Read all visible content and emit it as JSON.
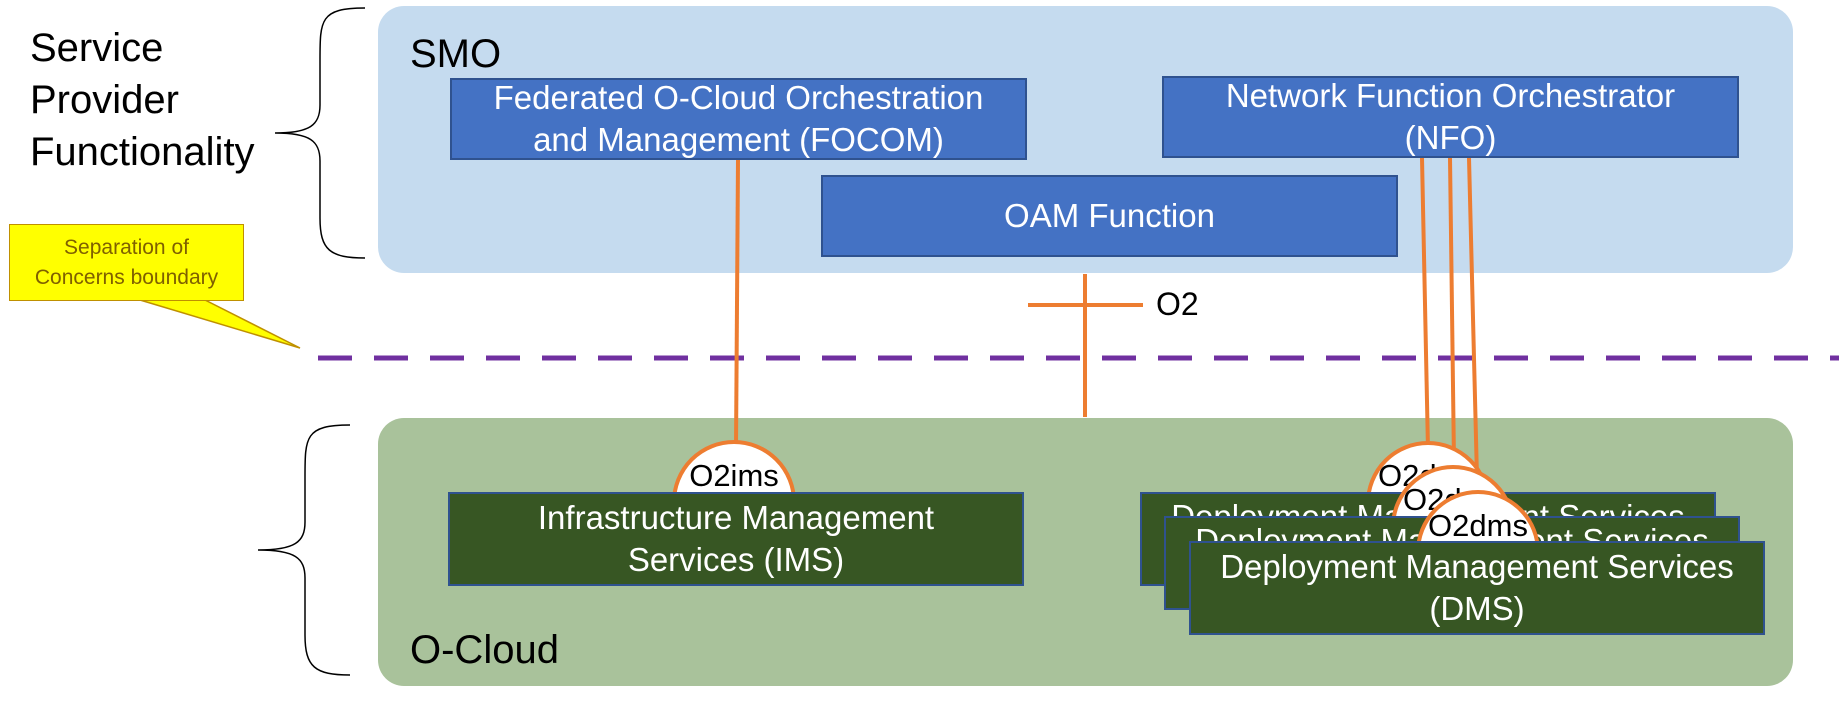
{
  "left_labels": {
    "service_provider": "Service\nProvider\nFunctionality"
  },
  "callout": {
    "text": "Separation of\nConcerns boundary",
    "fill": "#ffff00"
  },
  "smo": {
    "label": "SMO",
    "color": "#c5dbef",
    "focom": "Federated O-Cloud Orchestration\nand Management (FOCOM)",
    "nfo": "Network Function Orchestrator\n(NFO)",
    "oam": "OAM Function"
  },
  "interface": {
    "o2": "O2",
    "line_color": "#ed7d31",
    "boundary_color": "#7030a0"
  },
  "ocloud": {
    "label": "O-Cloud",
    "color": "#a9c29b",
    "ims": "Infrastructure Management\nServices (IMS)",
    "o2ims": "O2ims",
    "dms_back_1": "Deployment Management Services",
    "dms_back_2": "Deployment Management Services",
    "dms_front": "Deployment Management Services\n(DMS)",
    "o2dms_1": "O2dms",
    "o2dms_2": "O2dms",
    "o2dms_3": "O2dms"
  }
}
